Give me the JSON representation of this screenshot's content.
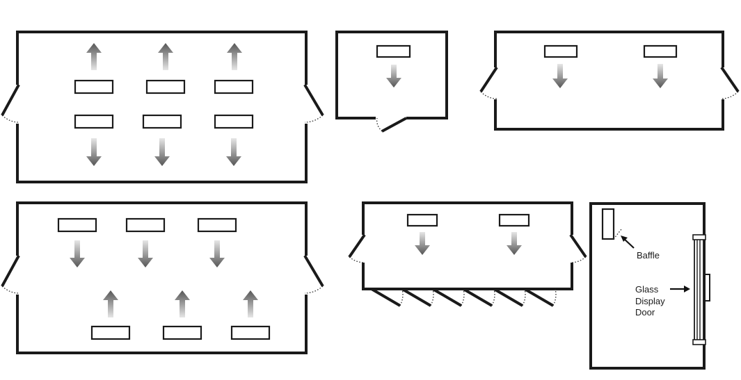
{
  "labels": {
    "baffle": "Baffle",
    "door_line1": "Glass",
    "door_line2": "Display",
    "door_line3": "Door"
  },
  "colors": {
    "line": "#1a1a1a",
    "arrow_dark": "#555555",
    "arrow_light": "#e6e6e6"
  }
}
